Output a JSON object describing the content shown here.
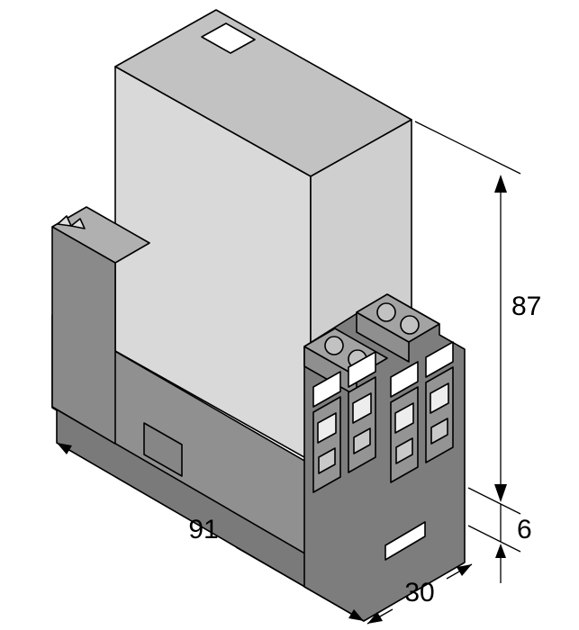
{
  "drawing": {
    "description": "Isometric dimensional drawing of DIN-rail interface module",
    "dimension_labels": {
      "height": "87",
      "length": "91",
      "foot": "6",
      "depth": "30"
    }
  },
  "colors": {
    "outline": "#000000",
    "background": "#ffffff",
    "housing_front": "#d9d9d9",
    "housing_top": "#c2c2c2",
    "housing_side": "#cfcfcf",
    "base_front": "#909090",
    "foot": "#7a7a7a",
    "wall_front": "#8a8a8a",
    "wall_top": "#b0b0b0",
    "terminal_area": "#7d7d7d",
    "block_top": "#a3a3a3",
    "block_front": "#8f8f8f",
    "screw_head": "#c2c2c2",
    "slot_face": "#949494",
    "wire_hole": "#ededed",
    "clamp": "#c9c9c9",
    "label_window": "#ffffff"
  }
}
